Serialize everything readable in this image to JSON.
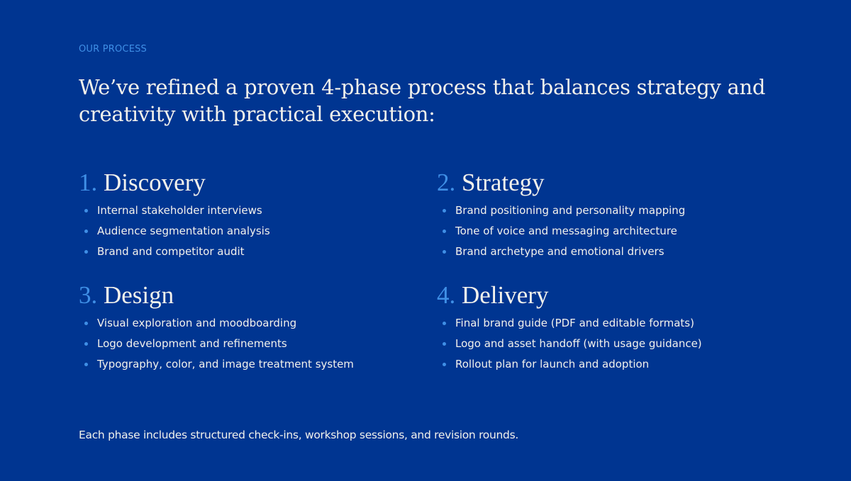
{
  "eyebrow": "OUR PROCESS",
  "headline": "We’ve refined a proven 4-phase process that balances strategy and creativity with practical execution:",
  "colors": {
    "background": "#003591",
    "accent": "#3f8fe6",
    "text": "#f3f1ec"
  },
  "phases": [
    {
      "number": "1.",
      "title": "Discovery",
      "items": [
        "Internal stakeholder interviews",
        "Audience segmentation analysis",
        "Brand and competitor audit"
      ]
    },
    {
      "number": "2.",
      "title": "Strategy",
      "items": [
        "Brand positioning and personality mapping",
        "Tone of voice and messaging architecture",
        "Brand archetype and emotional drivers"
      ]
    },
    {
      "number": "3.",
      "title": "Design",
      "items": [
        "Visual exploration and moodboarding",
        "Logo development and refinements",
        "Typography, color, and image treatment system"
      ]
    },
    {
      "number": "4.",
      "title": "Delivery",
      "items": [
        "Final brand guide (PDF and editable formats)",
        "Logo and asset handoff (with usage guidance)",
        "Rollout plan for launch and adoption"
      ]
    }
  ],
  "footer_note": "Each phase includes structured check-ins, workshop sessions, and revision rounds."
}
